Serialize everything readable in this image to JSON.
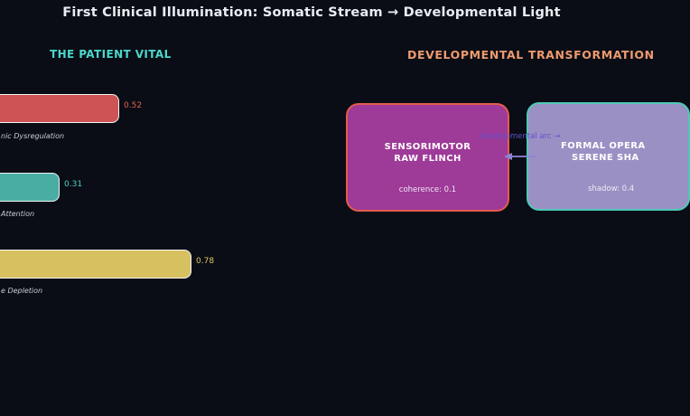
{
  "title": "First Clinical Illumination: Somatic Stream → Developmental Light",
  "vitals_panel": {
    "heading": "THE PATIENT VITAL",
    "bars": [
      {
        "label": "nic Dysregulation",
        "value": "0.52",
        "color": "#cd5355",
        "value_color": "#e06050"
      },
      {
        "label": "Attention",
        "value": "0.31",
        "color": "#4aada4",
        "value_color": "#4fd0c4"
      },
      {
        "label": "e Depletion",
        "value": "0.78",
        "color": "#d6c060",
        "value_color": "#dcc763"
      }
    ]
  },
  "transformation_panel": {
    "heading": "DEVELOPMENTAL TRANSFORMATION",
    "nodes": [
      {
        "title_line1": "SENSORIMOTOR",
        "title_line2": "RAW FLINCH",
        "subtitle": "coherence: 0.1",
        "fill": "#9e3a98",
        "border": "#e25c4d"
      },
      {
        "title_line1": "FORMAL OPERA",
        "title_line2": "SERENE SHA",
        "subtitle": "shadow: 0.4",
        "fill": "#9b90c4",
        "border": "#4fc9b7"
      }
    ],
    "edge_label": "developmental arc →",
    "arrow_color": "#8d85da",
    "arrow_direction": "left"
  },
  "colors": {
    "background": "#0a0d15",
    "title_text": "#e9edf3",
    "vitals_heading": "#4ad8cc",
    "transform_heading": "#ef9a6e",
    "bar_border": "#f3f3f5",
    "axis_label_text": "#c9ccd2",
    "edge_label_text": "#6152cc"
  },
  "chart_data": {
    "type": "bar",
    "orientation": "horizontal",
    "title": "THE PATIENT VITAL",
    "categories": [
      "nic Dysregulation",
      "Attention",
      "e Depletion"
    ],
    "values": [
      0.52,
      0.31,
      0.78
    ],
    "bar_colors": [
      "#cd5355",
      "#4aada4",
      "#d6c060"
    ],
    "xlabel": "",
    "ylabel": "",
    "xlim": [
      0,
      1
    ],
    "grid": false,
    "legend": false,
    "data_labels": [
      "0.52",
      "0.31",
      "0.78"
    ],
    "note": "chart clipped at left edge of screenshot; category labels truncated"
  }
}
